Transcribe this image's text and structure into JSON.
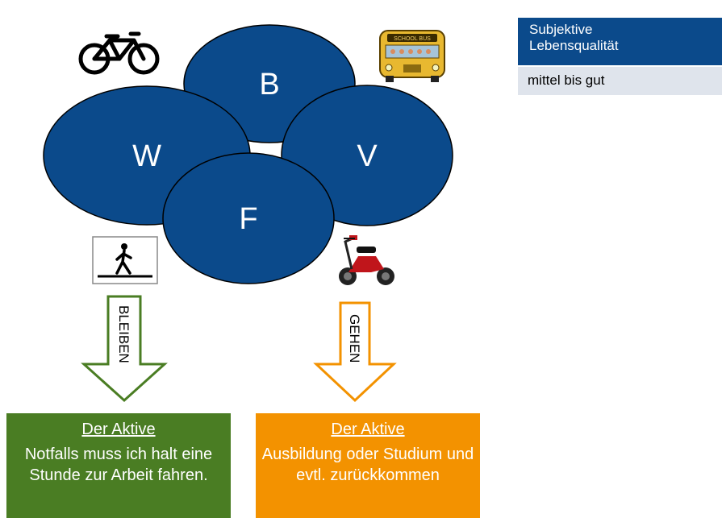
{
  "ellipses": {
    "b": "B",
    "w": "W",
    "v": "V",
    "f": "F"
  },
  "icons": {
    "bicycle": "bicycle-icon",
    "school_bus": "school-bus-icon",
    "pedestrian": "pedestrian-icon",
    "moped": "moped-icon"
  },
  "info_panel": {
    "header": "Subjektive\nLebensqualität",
    "value": "mittel bis gut"
  },
  "arrows": {
    "left_label": "BLEIBEN",
    "right_label": "GEHEN"
  },
  "boxes": {
    "left": {
      "title": "Der Aktive",
      "text": "Notfalls muss ich halt eine Stunde zur Arbeit fahren."
    },
    "right": {
      "title": "Der Aktive",
      "text": "Ausbildung oder Studium und evtl. zurückkommen"
    }
  },
  "colors": {
    "ellipse_fill": "#0b4a8b",
    "ellipse_stroke": "#000000",
    "green": "#4a7d23",
    "orange": "#f39200",
    "panel_header": "#0b4a8b",
    "panel_value": "#dfe4ec"
  }
}
